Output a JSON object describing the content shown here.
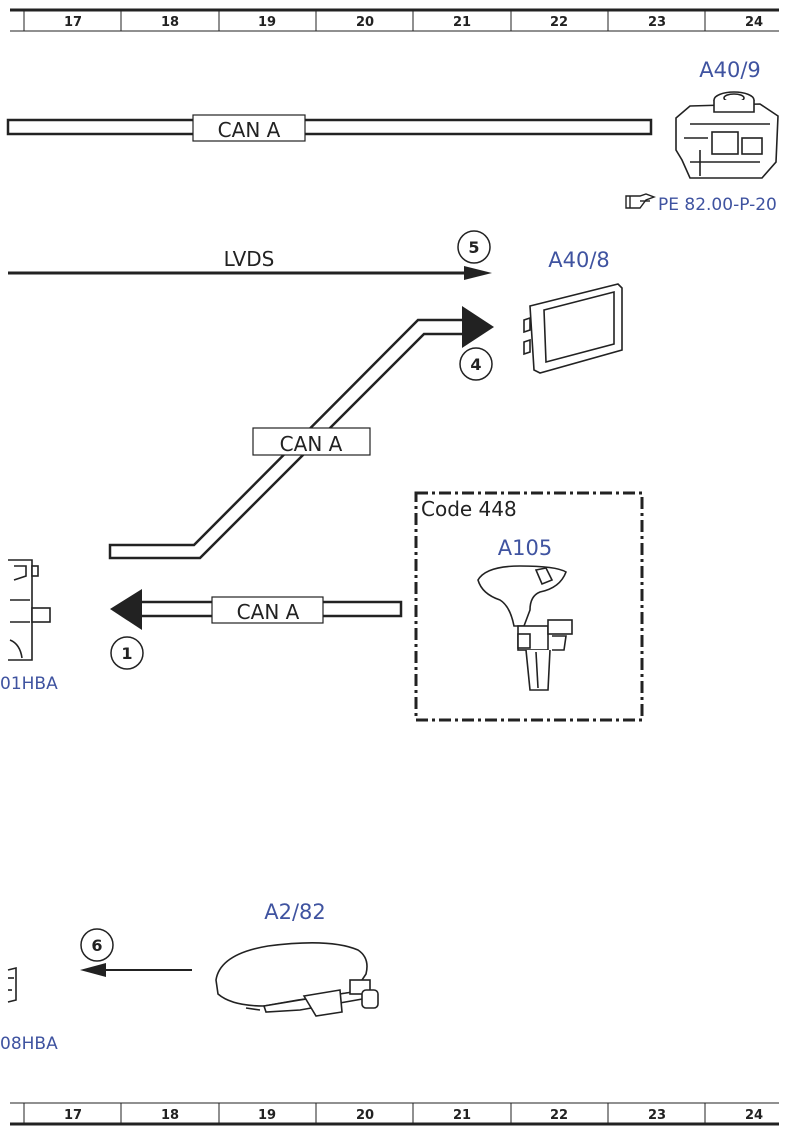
{
  "ruler": {
    "top_numbers": [
      "17",
      "18",
      "19",
      "20",
      "21",
      "22",
      "23",
      "24"
    ],
    "bottom_numbers": [
      "17",
      "18",
      "19",
      "20",
      "21",
      "22",
      "23",
      "24"
    ]
  },
  "components": {
    "a40_9": "A40/9",
    "a40_8": "A40/8",
    "a105": "A105",
    "a2_82": "A2/82",
    "partial_left_1": "01HBA",
    "partial_left_2": "08HBA"
  },
  "reference": {
    "text": "PE 82.00-P-20",
    "icon": "pointing-hand-icon"
  },
  "bus_labels": {
    "can_top": "CAN A",
    "can_middle": "CAN A",
    "can_lower": "CAN A",
    "lvds": "LVDS"
  },
  "option_box": {
    "label": "Code 448"
  },
  "callouts": {
    "c1": "1",
    "c4": "4",
    "c5": "5",
    "c6": "6"
  },
  "colors": {
    "component_label": "#3f53a0",
    "line": "#222222"
  }
}
